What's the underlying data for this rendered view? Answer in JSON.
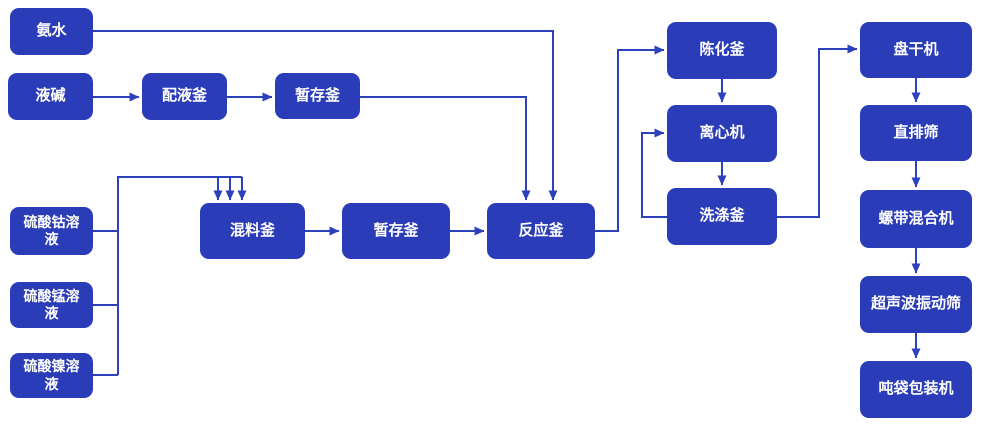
{
  "diagram": {
    "type": "process-flowchart",
    "background": "#ffffff",
    "colors": {
      "node_fill": "#2a3cb8",
      "node_text": "#ffffff",
      "connector": "#2e41bd"
    },
    "nodes": [
      {
        "id": "ammonia",
        "label": "氨水"
      },
      {
        "id": "liquid-caustic",
        "label": "液碱"
      },
      {
        "id": "dosing-kettle",
        "label": "配液釜"
      },
      {
        "id": "buffer-kettle-top",
        "label": "暂存釜"
      },
      {
        "id": "cobalt-sulfate",
        "label": "硫酸钴溶液"
      },
      {
        "id": "manganese-sulfate",
        "label": "硫酸锰溶液"
      },
      {
        "id": "nickel-sulfate",
        "label": "硫酸镍溶液"
      },
      {
        "id": "mixing-kettle",
        "label": "混料釜"
      },
      {
        "id": "buffer-kettle-mid",
        "label": "暂存釜"
      },
      {
        "id": "reaction-kettle",
        "label": "反应釜"
      },
      {
        "id": "aging-kettle",
        "label": "陈化釜"
      },
      {
        "id": "centrifuge",
        "label": "离心机"
      },
      {
        "id": "washing-kettle",
        "label": "洗涤釜"
      },
      {
        "id": "pan-dryer",
        "label": "盘干机"
      },
      {
        "id": "straight-sieve",
        "label": "直排筛"
      },
      {
        "id": "ribbon-mixer",
        "label": "螺带混合机"
      },
      {
        "id": "ultrasonic-sieve",
        "label": "超声波振动筛"
      },
      {
        "id": "bag-packing-machine",
        "label": "吨袋包装机"
      }
    ],
    "edges": [
      {
        "from": "氨水",
        "to": "反应釜"
      },
      {
        "from": "液碱",
        "to": "配液釜"
      },
      {
        "from": "配液釜",
        "to": "暂存釜"
      },
      {
        "from": "暂存釜",
        "to": "反应釜"
      },
      {
        "from": "硫酸钴溶液",
        "to": "混料釜"
      },
      {
        "from": "硫酸锰溶液",
        "to": "混料釜"
      },
      {
        "from": "硫酸镍溶液",
        "to": "混料釜"
      },
      {
        "from": "混料釜",
        "to": "暂存釜"
      },
      {
        "from": "暂存釜",
        "to": "反应釜"
      },
      {
        "from": "反应釜",
        "to": "陈化釜"
      },
      {
        "from": "陈化釜",
        "to": "离心机"
      },
      {
        "from": "离心机",
        "to": "洗涤釜"
      },
      {
        "from": "洗涤釜",
        "to": "离心机"
      },
      {
        "from": "洗涤釜",
        "to": "盘干机"
      },
      {
        "from": "盘干机",
        "to": "直排筛"
      },
      {
        "from": "直排筛",
        "to": "螺带混合机"
      },
      {
        "from": "螺带混合机",
        "to": "超声波振动筛"
      },
      {
        "from": "超声波振动筛",
        "to": "吨袋包装机"
      }
    ]
  }
}
